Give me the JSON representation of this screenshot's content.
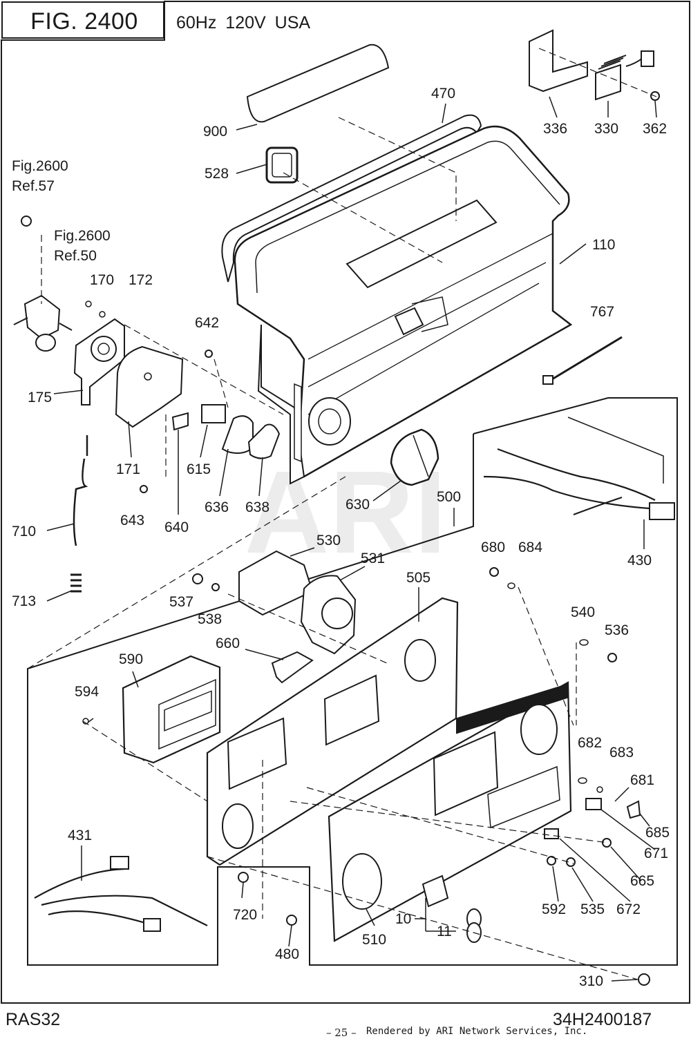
{
  "figure": {
    "title": "FIG. 2400",
    "subtitle": "60Hz  120V  USA"
  },
  "watermark": "ARI",
  "footer": {
    "model": "RAS32",
    "doc_number": "34H2400187",
    "page": "– 25 –",
    "credit": "Rendered by ARI Network Services, Inc."
  },
  "callouts": {
    "c900": "900",
    "c470": "470",
    "c336": "336",
    "c330": "330",
    "c362": "362",
    "c528": "528",
    "fig2600_ref57_a": "Fig.2600",
    "fig2600_ref57_b": "Ref.57",
    "fig2600_ref50_a": "Fig.2600",
    "fig2600_ref50_b": "Ref.50",
    "c110": "110",
    "c170": "170",
    "c172": "172",
    "c767": "767",
    "c642": "642",
    "c175": "175",
    "c171": "171",
    "c615": "615",
    "c636": "636",
    "c638": "638",
    "c630": "630",
    "c500": "500",
    "c643": "643",
    "c640": "640",
    "c710": "710",
    "c430": "430",
    "c530": "530",
    "c531": "531",
    "c680": "680",
    "c684": "684",
    "c505": "505",
    "c537": "537",
    "c538": "538",
    "c713": "713",
    "c540": "540",
    "c536": "536",
    "c660": "660",
    "c590": "590",
    "c594": "594",
    "c682": "682",
    "c683": "683",
    "c681": "681",
    "c685": "685",
    "c671": "671",
    "c431": "431",
    "c665": "665",
    "c592": "592",
    "c535": "535",
    "c672": "672",
    "c720": "720",
    "c10": "10",
    "c11": "11",
    "c510": "510",
    "c480": "480",
    "c310": "310"
  }
}
